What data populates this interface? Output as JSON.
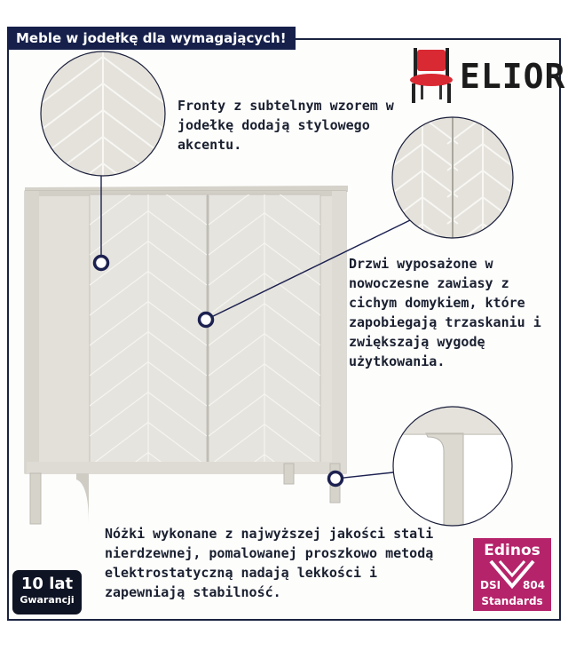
{
  "header": {
    "title": "Meble w jodełkę dla wymagających!"
  },
  "brand": {
    "name": "ELIOR",
    "icon": "chair-icon"
  },
  "callouts": [
    {
      "text": "Fronty z subtelnym wzorem w jodełkę dodają stylowego akcentu."
    },
    {
      "text": "Drzwi wyposażone w nowoczesne zawiasy z cichym domykiem, które zapobiegają trzaskaniu i zwiększają wygodę użytkowania."
    },
    {
      "text": "Nóżki wykonane z najwyższej jakości stali nierdzewnej, pomalowanej proszkowo metodą elektrostatyczną nadają lekkości i zapewniają stabilność."
    }
  ],
  "warranty": {
    "years": "10 lat",
    "label": "Gwarancji"
  },
  "certificate": {
    "brand": "Edinos",
    "left": "DSI",
    "right": "804",
    "label": "Standards"
  },
  "colors": {
    "frame": "#1a2340",
    "header_bg": "#16204a",
    "cabinet": "#e2e0d9",
    "cabinet_shadow": "#cfccc4",
    "marker": "#1c2150",
    "certificate_bg": "#b5236a",
    "brand_red": "#d92a33"
  }
}
